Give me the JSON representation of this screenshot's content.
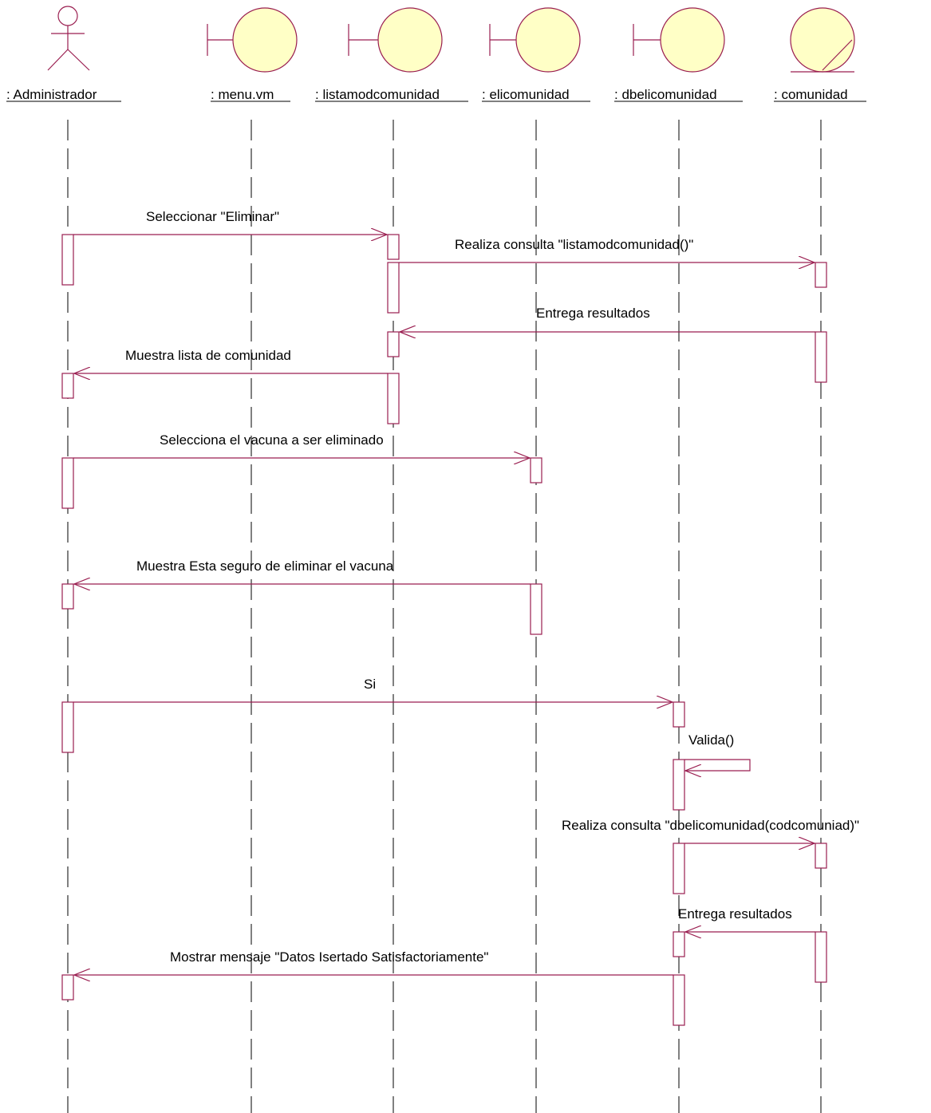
{
  "participants": [
    {
      "id": "administrador",
      "label": ": Administrador",
      "kind": "actor"
    },
    {
      "id": "menu",
      "label": ": menu.vm",
      "kind": "boundary"
    },
    {
      "id": "listamod",
      "label": ": listamodcomunidad",
      "kind": "boundary"
    },
    {
      "id": "elicom",
      "label": ": elicomunidad",
      "kind": "boundary"
    },
    {
      "id": "dbelicom",
      "label": ": dbelicomunidad",
      "kind": "boundary"
    },
    {
      "id": "comunidad",
      "label": ": comunidad",
      "kind": "entity"
    }
  ],
  "messages": [
    {
      "text": "Seleccionar \"Eliminar\"",
      "from": "administrador",
      "to": "listamod"
    },
    {
      "text": "Realiza consulta \"listamodcomunidad()\"",
      "from": "listamod",
      "to": "comunidad"
    },
    {
      "text": "Entrega resultados",
      "from": "comunidad",
      "to": "listamod"
    },
    {
      "text": "Muestra lista de comunidad",
      "from": "listamod",
      "to": "administrador"
    },
    {
      "text": "Selecciona el vacuna a ser eliminado",
      "from": "administrador",
      "to": "elicom"
    },
    {
      "text": "Muestra Esta seguro  de eliminar el vacuna",
      "from": "elicom",
      "to": "administrador"
    },
    {
      "text": "Si",
      "from": "administrador",
      "to": "dbelicom"
    },
    {
      "text": "Valida()",
      "from": "dbelicom",
      "to": "dbelicom"
    },
    {
      "text": "Realiza consulta \"dbelicomunidad(codcomuniad)\"",
      "from": "dbelicom",
      "to": "comunidad"
    },
    {
      "text": "Entrega resultados",
      "from": "comunidad",
      "to": "dbelicom"
    },
    {
      "text": "Mostrar mensaje \"Datos Isertado Satisfactoriamente\"",
      "from": "dbelicom",
      "to": "administrador"
    }
  ],
  "colors": {
    "line": "#000000",
    "message": "#9a1e50",
    "fill": "#ffffc6",
    "dash": "#000000"
  }
}
